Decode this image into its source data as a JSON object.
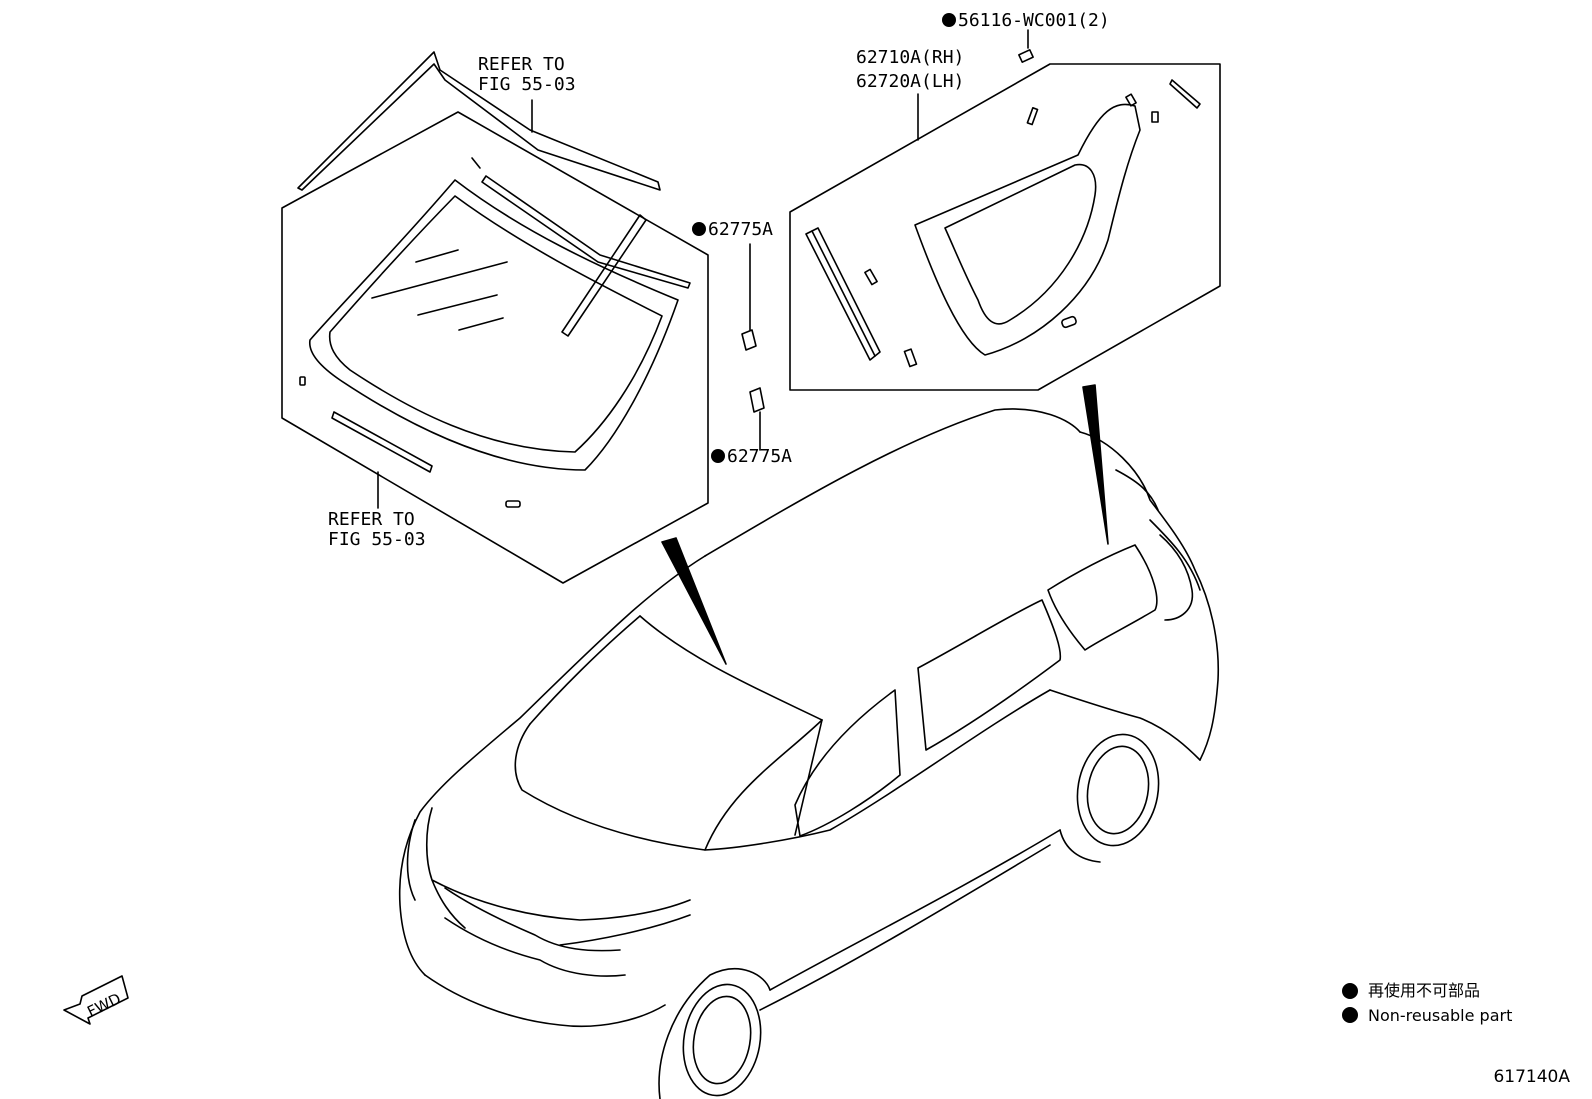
{
  "labels": {
    "refer_top_line1": "REFER TO",
    "refer_top_line2": "FIG 55-03",
    "refer_bottom_line1": "REFER TO",
    "refer_bottom_line2": "FIG 55-03",
    "clip_part": "56116-WC001(2)",
    "quarter_glass_rh": "62710A(RH)",
    "quarter_glass_lh": "62720A(LH)",
    "retainer_upper": "62775A",
    "retainer_lower": "62775A"
  },
  "legend": {
    "japanese": "再使用不可部品",
    "english": "Non-reusable part"
  },
  "fwd_arrow_text": "FWD",
  "figure_id": "617140A"
}
